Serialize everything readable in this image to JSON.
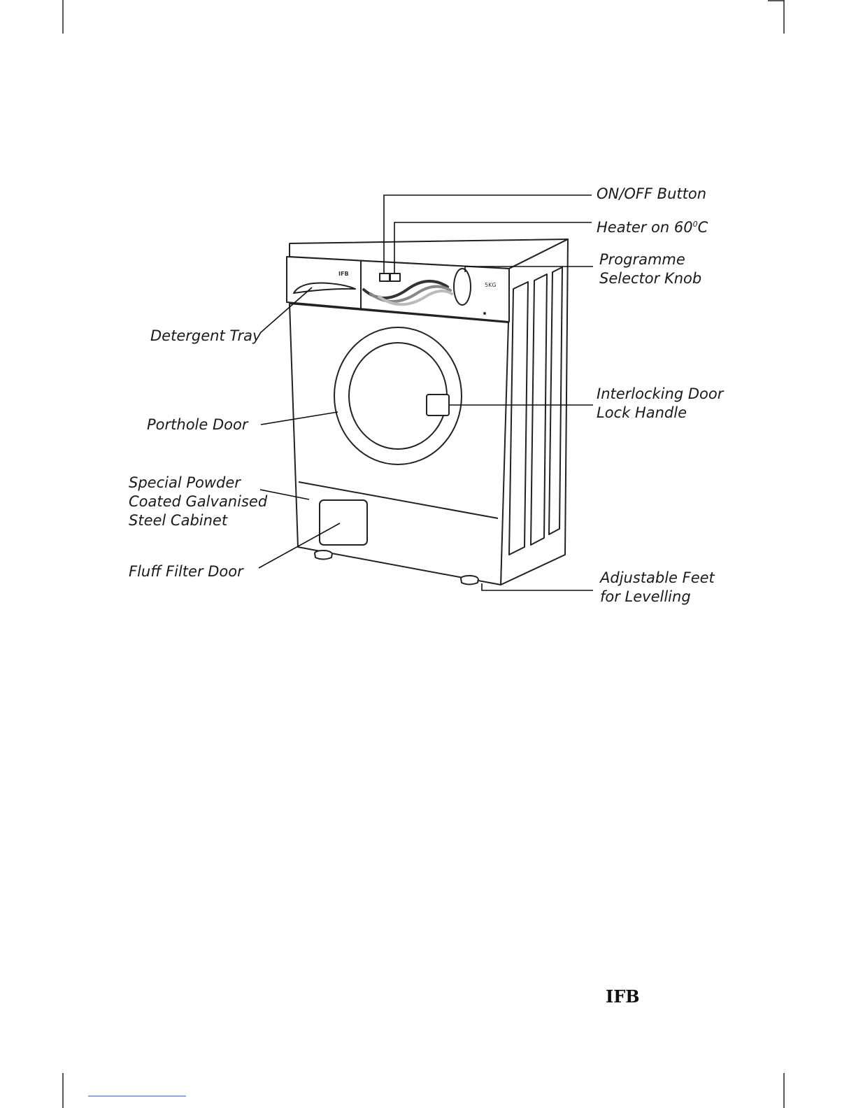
{
  "labels": {
    "on_off_button": "ON/OFF Button",
    "heater_prefix": "Heater on 60",
    "heater_sup": "0",
    "heater_suffix": "C",
    "programme_line1": "Programme",
    "programme_line2": "Selector Knob",
    "detergent_tray": "Detergent Tray",
    "interlock_line1": "Interlocking Door",
    "interlock_line2": "Lock Handle",
    "porthole_door": "Porthole Door",
    "cabinet_line1": "Special Powder",
    "cabinet_line2": "Coated Galvanised",
    "cabinet_line3": "Steel Cabinet",
    "fluff_filter": "Fluff Filter Door",
    "feet_line1": "Adjustable Feet",
    "feet_line2": "for Levelling"
  },
  "machine_marks": {
    "brand_small": "IFB",
    "capacity": "5KG"
  },
  "footer": {
    "brand": "IFB"
  }
}
